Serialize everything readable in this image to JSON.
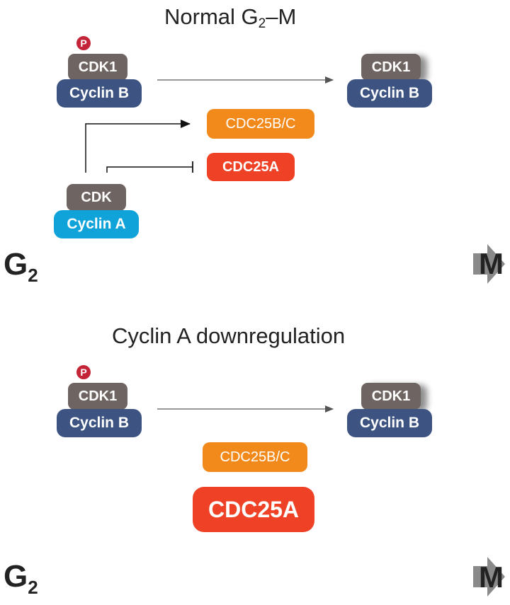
{
  "panel1": {
    "title": "Normal G",
    "title_sub": "2",
    "title_suffix": "–M",
    "left_complex": {
      "phospho": "P",
      "kinase": "CDK1",
      "cyclin": "Cyclin B"
    },
    "right_complex": {
      "kinase": "CDK1",
      "cyclin": "Cyclin B"
    },
    "activated": "CDC25B/C",
    "inhibited": "CDC25A",
    "regulator": {
      "kinase": "CDK",
      "cyclin": "Cyclin A"
    },
    "phase_start": "G",
    "phase_start_sub": "2",
    "phase_end": "M"
  },
  "panel2": {
    "title": "Cyclin A downregulation",
    "left_complex": {
      "phospho": "P",
      "kinase": "CDK1",
      "cyclin": "Cyclin B"
    },
    "right_complex": {
      "kinase": "CDK1",
      "cyclin": "Cyclin B"
    },
    "phosphatase_small": "CDC25B/C",
    "phosphatase_large": "CDC25A",
    "phase_start": "G",
    "phase_start_sub": "2",
    "phase_end": "M"
  },
  "colors": {
    "cdk": "#6e6461",
    "cyclin_b": "#3d5482",
    "cyclin_a": "#0fa3d9",
    "cdc25bc": "#f28a1b",
    "cdc25a": "#ee4125",
    "phospho": "#c42437",
    "phase_arrow": "#8a8a8a"
  },
  "icons": {
    "phospho": "phosphate-badge-icon",
    "phase_arrow": "right-arrow-icon"
  }
}
